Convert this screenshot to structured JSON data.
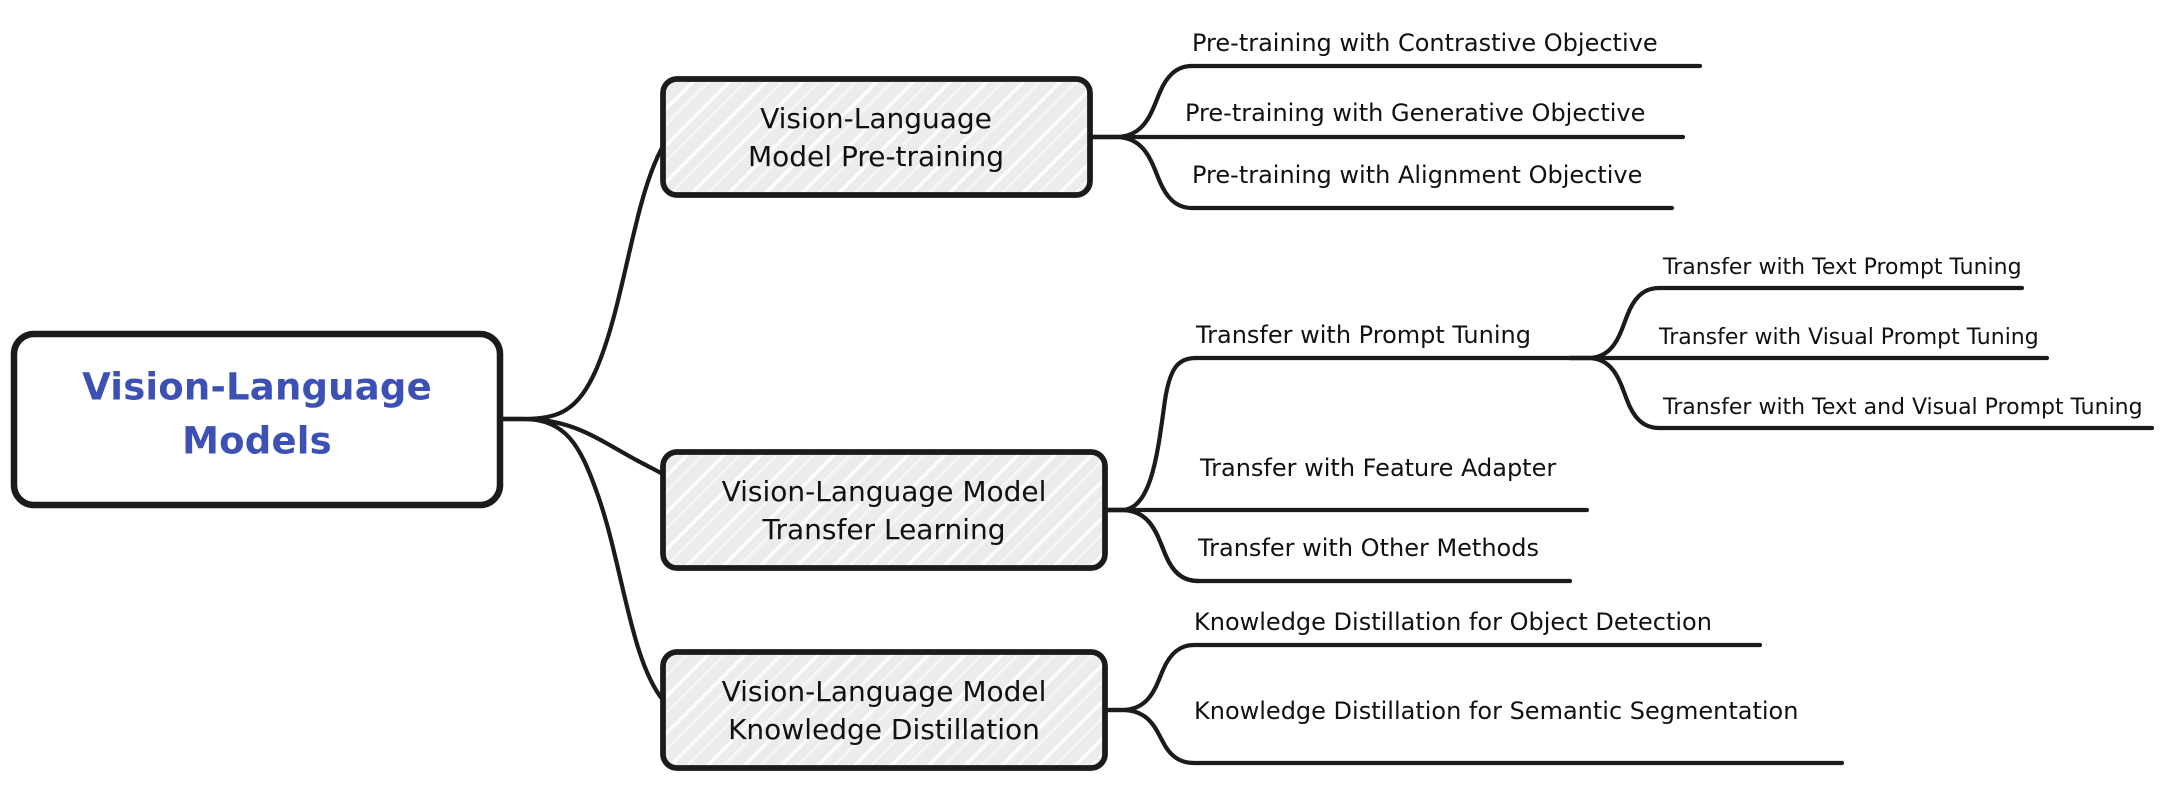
{
  "diagram": {
    "type": "mindmap",
    "title": "Vision-Language Models",
    "orientation": "left-to-right",
    "background_color": "#ffffff",
    "root_text_color": "#3d51b5",
    "branch_fill_color": "#ececec",
    "edge_color": "#1b1b1b"
  },
  "root": {
    "label_line1": "Vision-Language",
    "label_line2": "Models"
  },
  "branches": [
    {
      "id": "pretraining",
      "label_line1": "Vision-Language",
      "label_line2": "Model Pre-training",
      "children": [
        {
          "label": "Pre-training with Contrastive Objective"
        },
        {
          "label": "Pre-training with Generative Objective"
        },
        {
          "label": "Pre-training with Alignment Objective"
        }
      ]
    },
    {
      "id": "transfer-learning",
      "label_line1": "Vision-Language Model",
      "label_line2": "Transfer Learning",
      "children": [
        {
          "label": "Transfer with Prompt Tuning",
          "children": [
            {
              "label": "Transfer with Text Prompt Tuning"
            },
            {
              "label": "Transfer with Visual Prompt Tuning"
            },
            {
              "label": "Transfer with Text and Visual Prompt Tuning"
            }
          ]
        },
        {
          "label": "Transfer with Feature Adapter"
        },
        {
          "label": "Transfer with Other Methods"
        }
      ]
    },
    {
      "id": "knowledge-distillation",
      "label_line1": "Vision-Language Model",
      "label_line2": "Knowledge Distillation",
      "children": [
        {
          "label": "Knowledge Distillation for Object Detection"
        },
        {
          "label": "Knowledge Distillation for Semantic Segmentation"
        }
      ]
    }
  ]
}
